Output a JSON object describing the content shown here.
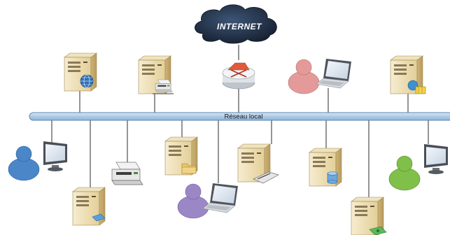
{
  "cloud": {
    "label": "INTERNET"
  },
  "lan": {
    "label": "Réseau local"
  },
  "colors": {
    "bus_fill": "#aecbe6",
    "bus_stroke": "#5a86b3",
    "cloud_dark": "#1e2a3d",
    "server_beige": "#f0e2b8",
    "router_red": "#e05a3a",
    "user_blue": "#4a86c8",
    "user_pink": "#e59a9a",
    "user_purple": "#9b87c6",
    "user_green": "#7fbf4a"
  },
  "nodes": [
    {
      "name": "web-server",
      "icon": "globe-icon"
    },
    {
      "name": "print-server",
      "icon": "printer-icon"
    },
    {
      "name": "router",
      "icon": "router-icon"
    },
    {
      "name": "laptop-user-pink",
      "icon": "user-icon"
    },
    {
      "name": "mail-server",
      "icon": "mail-icon"
    },
    {
      "name": "desktop-user-blue",
      "icon": "monitor-icon"
    },
    {
      "name": "network-printer",
      "icon": "printer-icon"
    },
    {
      "name": "file-server",
      "icon": "folder-icon"
    },
    {
      "name": "laptop-user-purple",
      "icon": "user-icon"
    },
    {
      "name": "switch-server",
      "icon": "network-icon"
    },
    {
      "name": "database-server",
      "icon": "database-icon"
    },
    {
      "name": "desktop-user-green",
      "icon": "monitor-icon"
    },
    {
      "name": "storage-server",
      "icon": "disk-icon"
    },
    {
      "name": "backup-server",
      "icon": "money-icon"
    }
  ]
}
